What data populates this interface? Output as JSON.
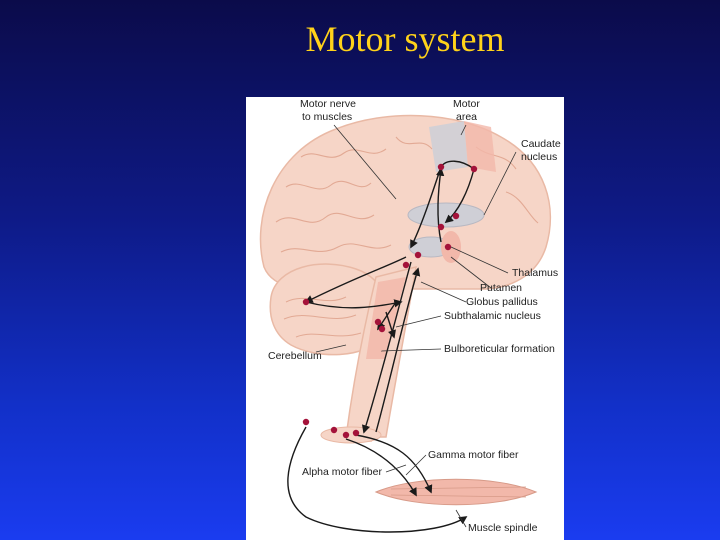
{
  "slide": {
    "title": "Motor system"
  },
  "diagram": {
    "labels": {
      "motor_nerve_1": "Motor nerve",
      "motor_nerve_2": "to muscles",
      "motor_area_1": "Motor",
      "motor_area_2": "area",
      "caudate_1": "Caudate",
      "caudate_2": "nucleus",
      "thalamus": "Thalamus",
      "putamen": "Putamen",
      "globus_pallidus": "Globus pallidus",
      "subthalamic": "Subthalamic nucleus",
      "cerebellum": "Cerebellum",
      "bulboreticular": "Bulboreticular formation",
      "gamma_motor_fiber": "Gamma motor fiber",
      "alpha_motor_fiber": "Alpha motor fiber",
      "muscle_spindle": "Muscle spindle"
    },
    "colors": {
      "brain_tissue": "#f6d5c7",
      "brain_outline": "#e9b9a5",
      "highlight_region": "#f2b8aa",
      "cortex_motor_area": "#cfcfd6",
      "neuron_dot": "#a4123a",
      "pathway": "#1a1a1a"
    }
  }
}
